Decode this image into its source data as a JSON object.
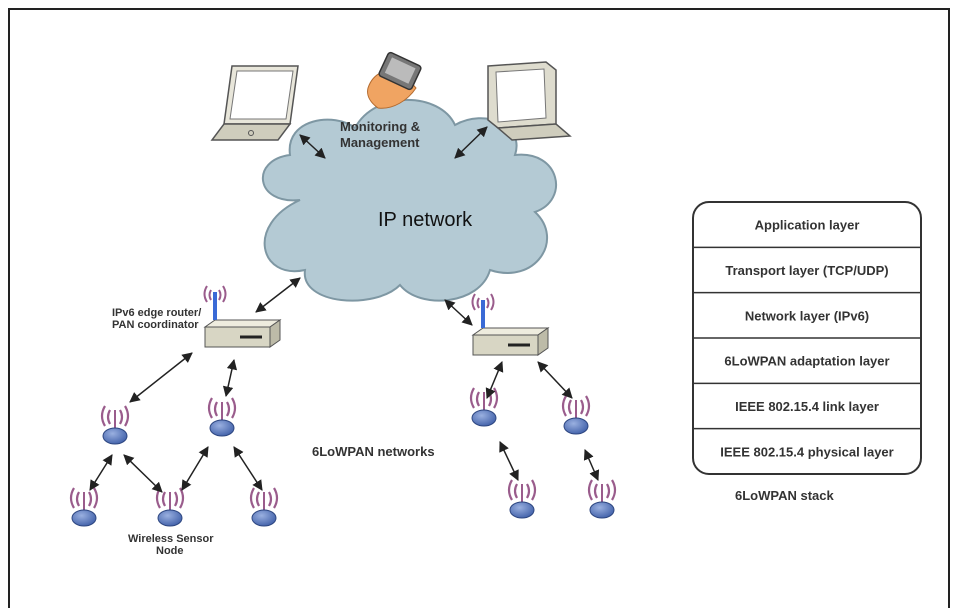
{
  "labels": {
    "monitoring_line1": "Monitoring &",
    "monitoring_line2": "Management",
    "cloud": "IP network",
    "router_line1": "IPv6  edge router/",
    "router_line2": "PAN coordinator",
    "networks": "6LoWPAN networks",
    "sensor_line1": "Wireless Sensor",
    "sensor_line2": "Node",
    "stack_caption": "6LoWPAN stack"
  },
  "stack": {
    "layers": [
      "Application layer",
      "Transport layer (TCP/UDP)",
      "Network layer (IPv6)",
      "6LoWPAN adaptation layer",
      "IEEE 802.15.4 link layer",
      "IEEE 802.15.4 physical layer"
    ]
  },
  "colors": {
    "cloud": "#b4cad4",
    "cloud_stroke": "#7e97a3",
    "node": "#5577bb",
    "waves": "#9a5c8c",
    "antenna": "#3a6ad6",
    "router": "#d8d6c4",
    "laptop": "#cfcdbd"
  },
  "icons": [
    "laptop-icon",
    "handheld-icon",
    "monitor-icon",
    "router-icon",
    "sensor-node-icon"
  ]
}
